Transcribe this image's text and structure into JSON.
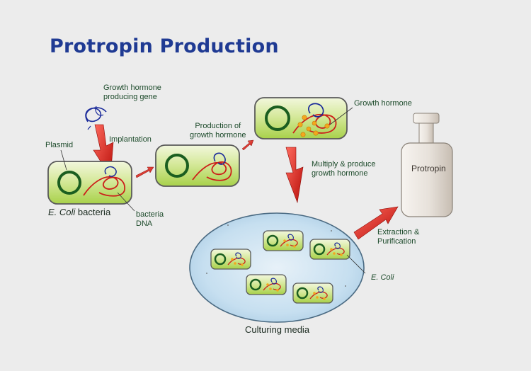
{
  "title": "Protropin Production",
  "labels": {
    "growth_hormone_gene_line1": "Growth hormone",
    "growth_hormone_gene_line2": "producing gene",
    "implantation": "Implantation",
    "plasmid": "Plasmid",
    "ecoli_bacteria_italic": "E. Coli",
    "ecoli_bacteria_rest": "bacteria",
    "bacteria_dna_line1": "bacteria",
    "bacteria_dna_line2": "DNA",
    "production_line1": "Production of",
    "production_line2": "growth hormone",
    "growth_hormone": "Growth hormone",
    "multiply_line1": "Multiply & produce",
    "multiply_line2": "growth hormone",
    "protropin": "Protropin",
    "extraction_line1": "Extraction &",
    "extraction_line2": "Purification",
    "ecoli": "E. Coli",
    "culturing_media": "Culturing media"
  },
  "colors": {
    "title": "#1f3a93",
    "cell_fill_top": "#f2f7dd",
    "cell_fill_bottom": "#a8d14a",
    "cell_border": "#5a5a5a",
    "plasmid_ring": "#1b5e20",
    "dna_red": "#cc1f1a",
    "gene_blue": "#1a2a9a",
    "hormone_orange": "#f2a81d",
    "arrow_red": "#d81c14",
    "media_fill": "#c6dff0",
    "vial": "#e6e0d8"
  }
}
